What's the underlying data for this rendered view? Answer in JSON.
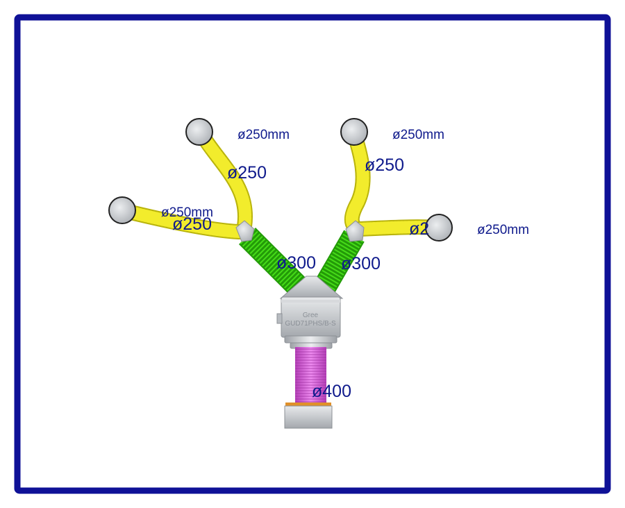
{
  "colors": {
    "frame": "#0f1197",
    "label": "#0f1a8c",
    "hose_250": "#e8e217",
    "hose_300": "#3ccf14",
    "hose_400": "#d45ad6",
    "metal": "#c9ccd0"
  },
  "unit": {
    "brand": "Gree",
    "model": "GUD71PHS/B-S"
  },
  "outlets": [
    {
      "id": "upper-left",
      "spec_label": "ø250mm",
      "hose_label": "ø250"
    },
    {
      "id": "lower-left",
      "spec_label": "ø250mm",
      "hose_label": "ø250"
    },
    {
      "id": "upper-right",
      "spec_label": "ø250mm",
      "hose_label": "ø250"
    },
    {
      "id": "lower-right",
      "spec_label": "ø250mm",
      "hose_label": "ø2"
    }
  ],
  "branches": [
    {
      "id": "left",
      "hose_label": "ø300"
    },
    {
      "id": "right",
      "hose_label": "ø300"
    }
  ],
  "main_duct": {
    "hose_label": "ø400"
  }
}
